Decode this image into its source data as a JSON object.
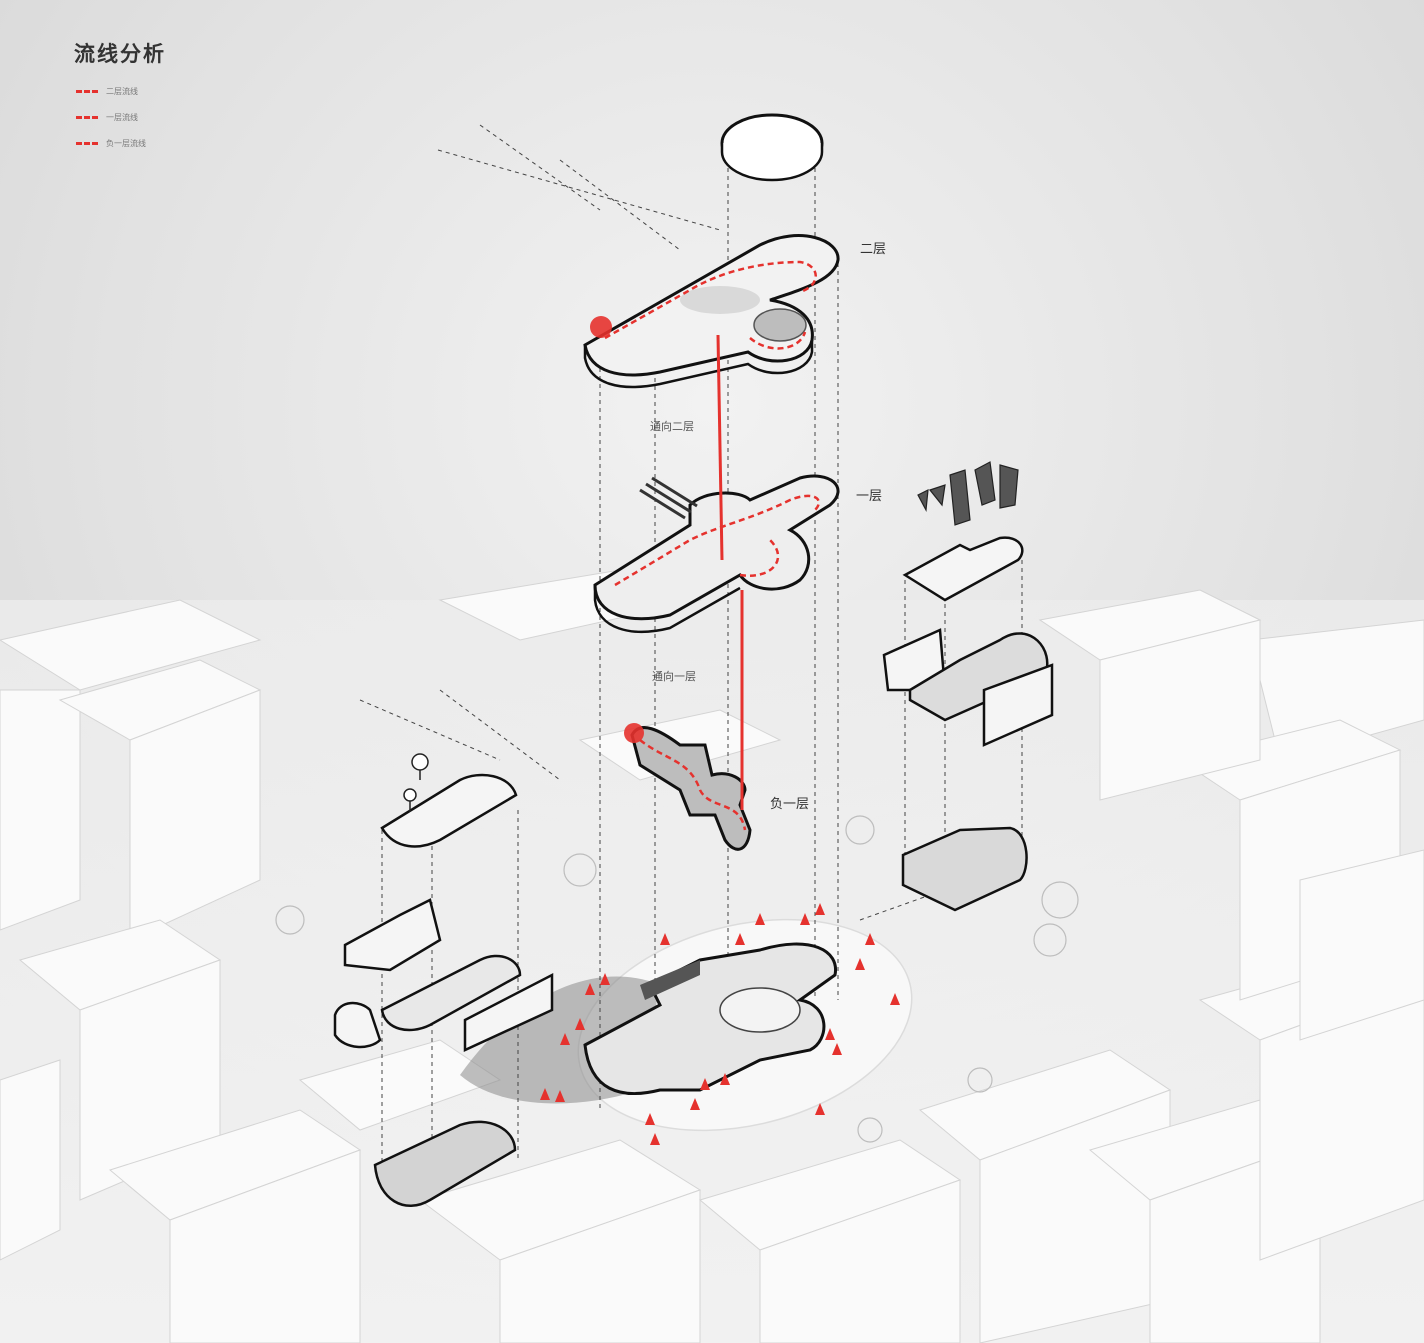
{
  "diagram": {
    "title": "流线分析",
    "legend": [
      {
        "label": "二层流线",
        "color": "#e5322e"
      },
      {
        "label": "一层流线",
        "color": "#e5322e"
      },
      {
        "label": "负一层流线",
        "color": "#e5322e"
      }
    ],
    "floors": {
      "level2": "二层",
      "level1": "一层",
      "basement": "负一层"
    },
    "vertical_links": {
      "upper": "通向二层",
      "lower": "通向一层"
    },
    "colors": {
      "accent": "#e5322e",
      "outline": "#111111",
      "ground_mass": "#f4f4f4",
      "sky": "#e4e4e4"
    }
  }
}
